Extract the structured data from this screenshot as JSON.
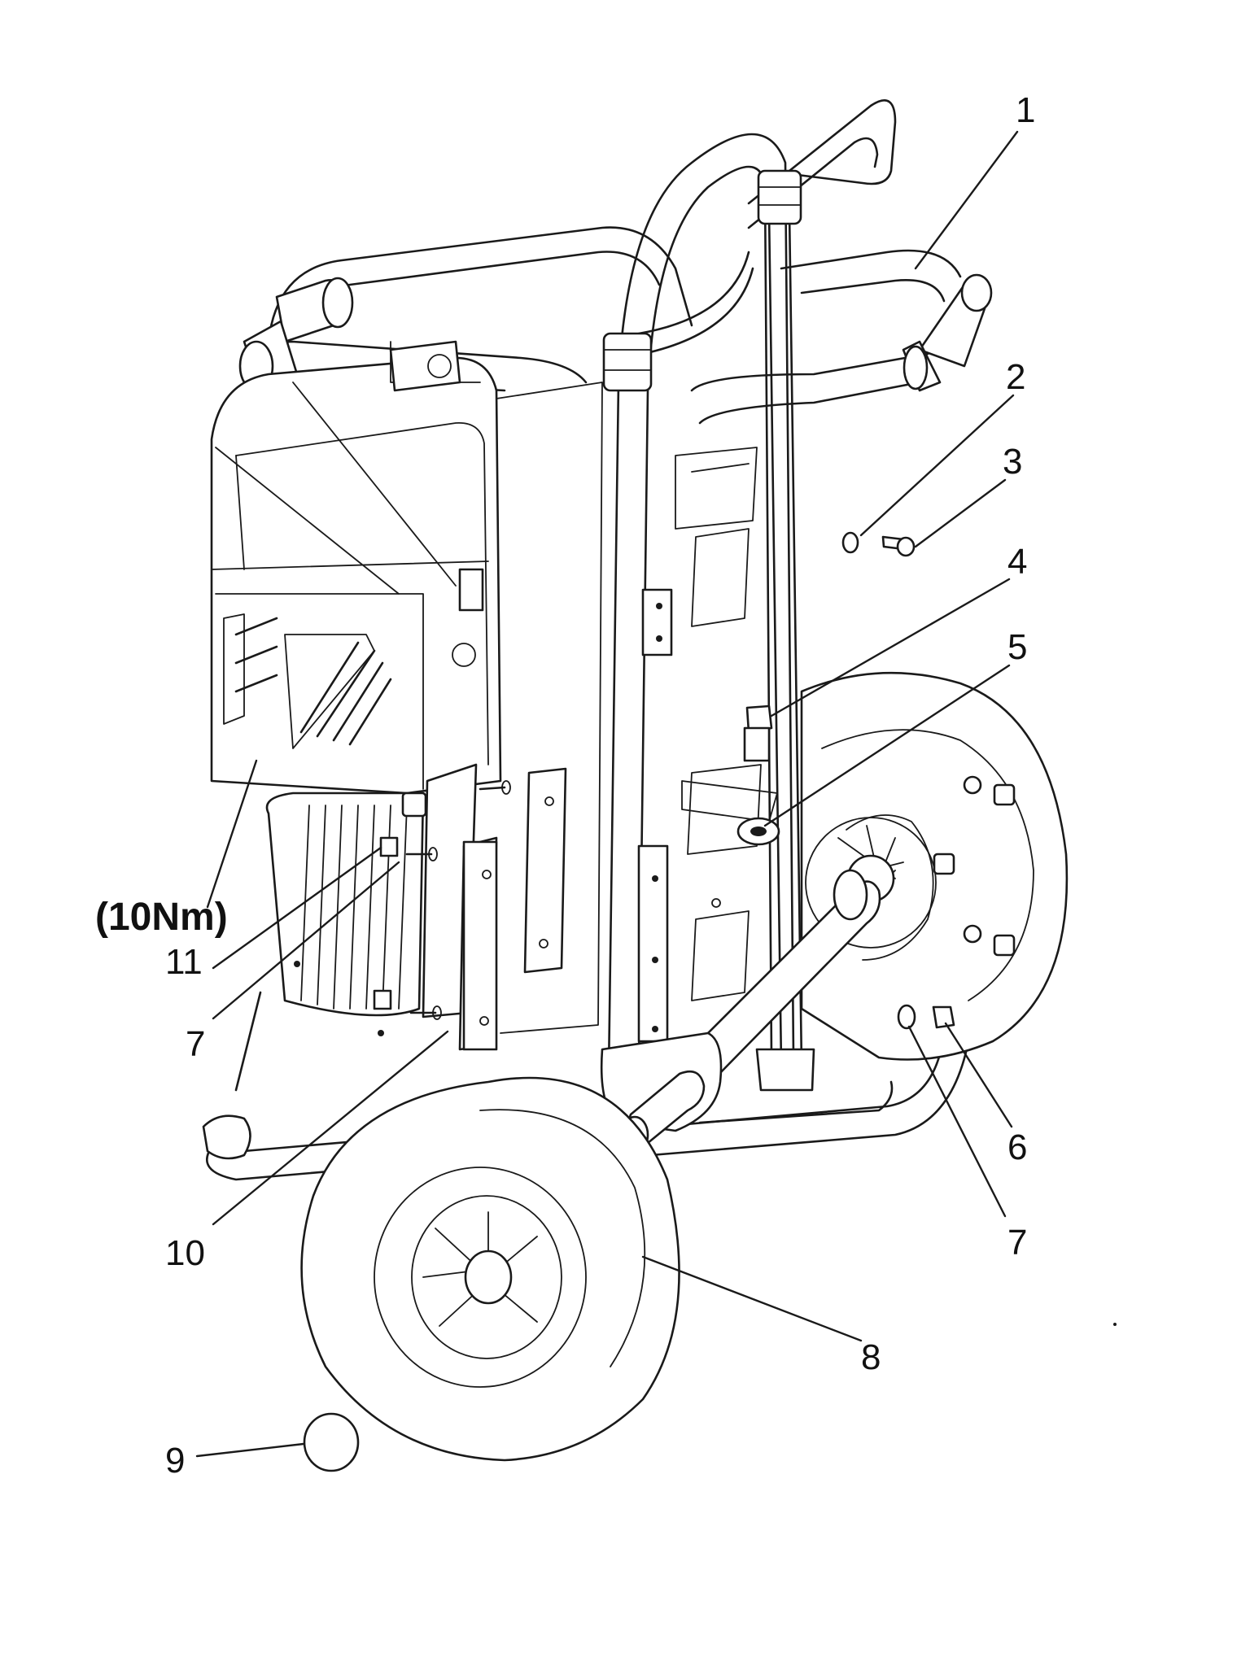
{
  "callouts": [
    {
      "id": "1",
      "label": "1"
    },
    {
      "id": "2",
      "label": "2"
    },
    {
      "id": "3",
      "label": "3"
    },
    {
      "id": "4",
      "label": "4"
    },
    {
      "id": "5",
      "label": "5"
    },
    {
      "id": "6",
      "label": "6"
    },
    {
      "id": "7a",
      "label": "7"
    },
    {
      "id": "7b",
      "label": "7"
    },
    {
      "id": "8",
      "label": "8"
    },
    {
      "id": "9",
      "label": "9"
    },
    {
      "id": "10",
      "label": "10"
    },
    {
      "id": "11",
      "label": "11"
    }
  ],
  "torque_note": "(10Nm)"
}
